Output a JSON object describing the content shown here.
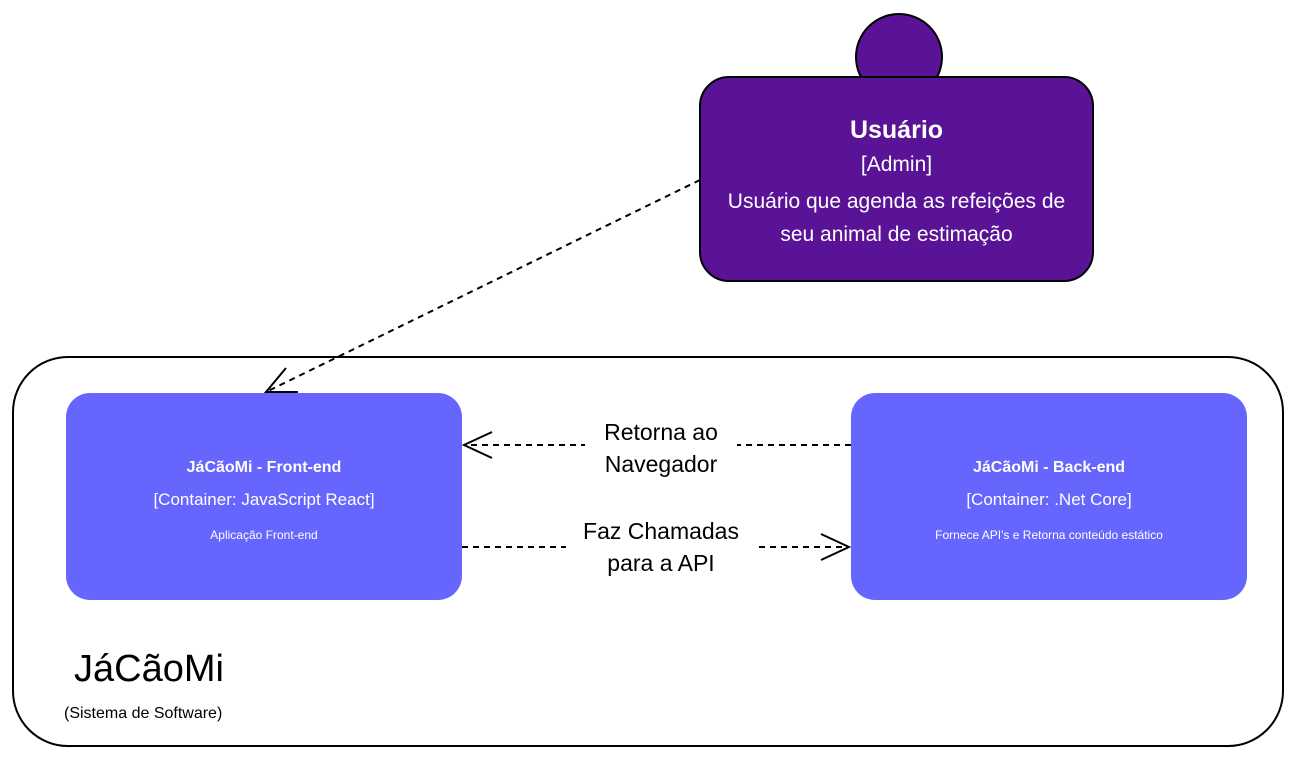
{
  "person": {
    "name": "Usuário",
    "tag": "[Admin]",
    "description": "Usuário que agenda as refeições de seu animal de estimação"
  },
  "system": {
    "name": "JáCãoMi",
    "type": "(Sistema de Software)"
  },
  "containers": {
    "frontend": {
      "name": "JáCãoMi - Front-end",
      "tag": "[Container: JavaScript React]",
      "description": "Aplicação Front-end"
    },
    "backend": {
      "name": "JáCãoMi - Back-end",
      "tag": "[Container: .Net Core]",
      "description": "Fornece API's e Retorna conteúdo estático"
    }
  },
  "relations": {
    "return_to_browser": "Retorna ao Navegador",
    "api_calls": "Faz Chamadas para a API"
  },
  "colors": {
    "person": "#5a1396",
    "container": "#6666ff",
    "boundary_stroke": "#000000",
    "edge": "#000000"
  }
}
